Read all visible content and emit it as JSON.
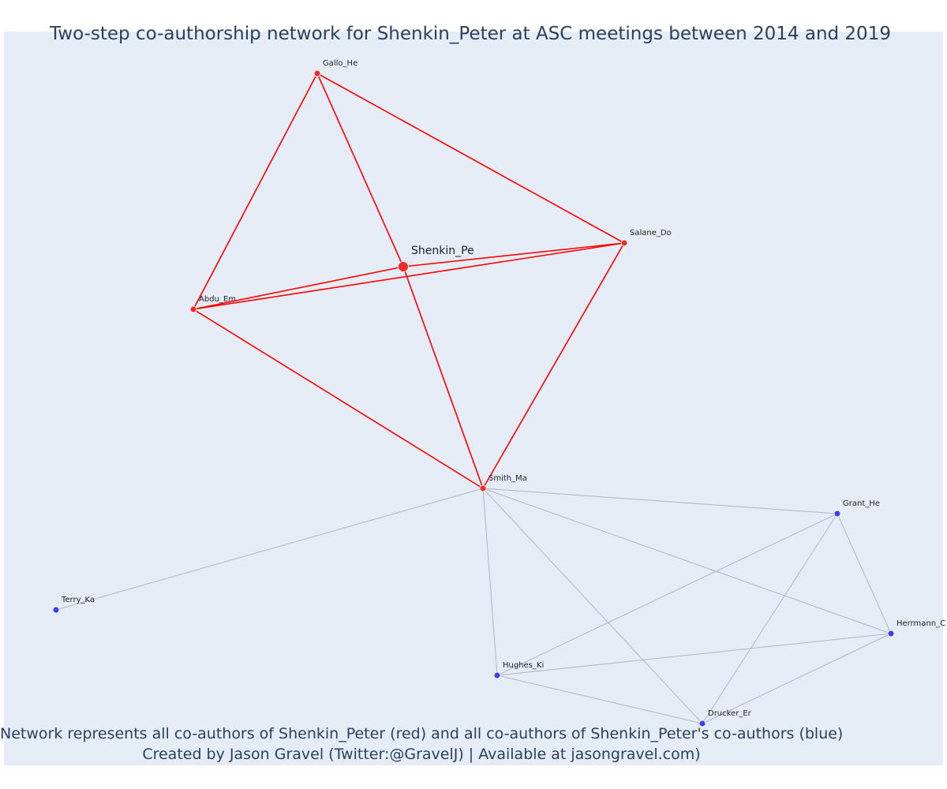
{
  "title": "Two-step co-authorship network for Shenkin_Peter at ASC meetings between 2014 and 2019",
  "caption": {
    "line1": "Network represents all co-authors of Shenkin_Peter (red) and all co-authors of Shenkin_Peter's co-authors (blue)",
    "line2": "Created by Jason Gravel (Twitter:@GravelJ) | Available at jasongravel.com)"
  },
  "colors": {
    "background": "#e5ecf6",
    "direct_node": "#ef2b2b",
    "second_step_node": "#3f3ff0",
    "direct_edge": "#ff0000",
    "second_step_edge": "#b0b4c8"
  },
  "network": {
    "center": "Shenkin_Pe",
    "nodes": [
      {
        "id": "Shenkin_Pe",
        "label": "Shenkin_Pe",
        "group": "focal"
      },
      {
        "id": "Gallo_He",
        "label": "Gallo_He",
        "group": "direct"
      },
      {
        "id": "Salane_Do",
        "label": "Salane_Do",
        "group": "direct"
      },
      {
        "id": "Abdu_Em",
        "label": "Abdu_Em",
        "group": "direct"
      },
      {
        "id": "Smith_Ma",
        "label": "Smith_Ma",
        "group": "direct"
      },
      {
        "id": "Grant_He",
        "label": "Grant_He",
        "group": "second"
      },
      {
        "id": "Terry_Ka",
        "label": "Terry_Ka",
        "group": "second"
      },
      {
        "id": "Herrmann_C",
        "label": "Herrmann_C",
        "group": "second"
      },
      {
        "id": "Hughes_Ki",
        "label": "Hughes_Ki",
        "group": "second"
      },
      {
        "id": "Drucker_Er",
        "label": "Drucker_Er",
        "group": "second"
      }
    ],
    "edges": [
      {
        "source": "Gallo_He",
        "target": "Shenkin_Pe",
        "type": "direct"
      },
      {
        "source": "Gallo_He",
        "target": "Abdu_Em",
        "type": "direct"
      },
      {
        "source": "Gallo_He",
        "target": "Salane_Do",
        "type": "direct"
      },
      {
        "source": "Shenkin_Pe",
        "target": "Abdu_Em",
        "type": "direct"
      },
      {
        "source": "Shenkin_Pe",
        "target": "Salane_Do",
        "type": "direct"
      },
      {
        "source": "Shenkin_Pe",
        "target": "Smith_Ma",
        "type": "direct"
      },
      {
        "source": "Abdu_Em",
        "target": "Salane_Do",
        "type": "direct"
      },
      {
        "source": "Abdu_Em",
        "target": "Smith_Ma",
        "type": "direct"
      },
      {
        "source": "Salane_Do",
        "target": "Smith_Ma",
        "type": "direct"
      },
      {
        "source": "Smith_Ma",
        "target": "Terry_Ka",
        "type": "second"
      },
      {
        "source": "Smith_Ma",
        "target": "Grant_He",
        "type": "second"
      },
      {
        "source": "Smith_Ma",
        "target": "Herrmann_C",
        "type": "second"
      },
      {
        "source": "Smith_Ma",
        "target": "Hughes_Ki",
        "type": "second"
      },
      {
        "source": "Smith_Ma",
        "target": "Drucker_Er",
        "type": "second"
      },
      {
        "source": "Grant_He",
        "target": "Hughes_Ki",
        "type": "second"
      },
      {
        "source": "Grant_He",
        "target": "Drucker_Er",
        "type": "second"
      },
      {
        "source": "Grant_He",
        "target": "Herrmann_C",
        "type": "second"
      },
      {
        "source": "Herrmann_C",
        "target": "Hughes_Ki",
        "type": "second"
      },
      {
        "source": "Herrmann_C",
        "target": "Drucker_Er",
        "type": "second"
      },
      {
        "source": "Hughes_Ki",
        "target": "Drucker_Er",
        "type": "second"
      }
    ]
  }
}
